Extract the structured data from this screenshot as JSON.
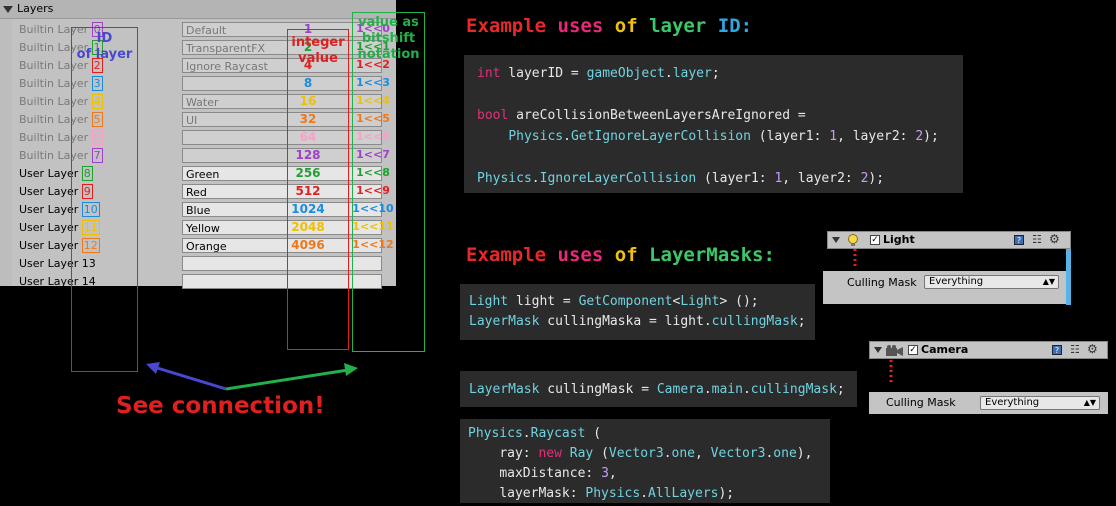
{
  "overlay": {
    "id_label": "ID\nof layer",
    "int_label": "integer\nvalue",
    "bit_label": "value as\nbitshift\nnotation",
    "connection_text": "See connection!",
    "colors": {
      "id_box": "#4848d0",
      "int_box": "#e02020",
      "bit_box": "#22b04a",
      "connection": "#e02020"
    }
  },
  "layers": {
    "header": "Layers",
    "rows": [
      {
        "label": "Builtin Layer",
        "id": "0",
        "value": "Default",
        "int": "1",
        "bit": "1<<0",
        "color": "#a040c8",
        "editable": false
      },
      {
        "label": "Builtin Layer",
        "id": "1",
        "value": "TransparentFX",
        "int": "2",
        "bit": "1<<1",
        "color": "#20a030",
        "editable": false
      },
      {
        "label": "Builtin Layer",
        "id": "2",
        "value": "Ignore Raycast",
        "int": "4",
        "bit": "1<<2",
        "color": "#e02020",
        "editable": false
      },
      {
        "label": "Builtin Layer",
        "id": "3",
        "value": "",
        "int": "8",
        "bit": "1<<3",
        "color": "#1a8ce0",
        "editable": false
      },
      {
        "label": "Builtin Layer",
        "id": "4",
        "value": "Water",
        "int": "16",
        "bit": "1<<4",
        "color": "#f0c000",
        "editable": false
      },
      {
        "label": "Builtin Layer",
        "id": "5",
        "value": "UI",
        "int": "32",
        "bit": "1<<5",
        "color": "#f07818",
        "editable": false
      },
      {
        "label": "Builtin Layer",
        "id": "6",
        "value": "",
        "int": "64",
        "bit": "1<<6",
        "color": "#f8a0c8",
        "editable": false
      },
      {
        "label": "Builtin Layer",
        "id": "7",
        "value": "",
        "int": "128",
        "bit": "1<<7",
        "color": "#a040c8",
        "editable": false
      },
      {
        "label": "User Layer",
        "id": "8",
        "value": "Green",
        "int": "256",
        "bit": "1<<8",
        "color": "#20a030",
        "editable": true
      },
      {
        "label": "User Layer",
        "id": "9",
        "value": "Red",
        "int": "512",
        "bit": "1<<9",
        "color": "#e02020",
        "editable": true
      },
      {
        "label": "User Layer",
        "id": "10",
        "value": "Blue",
        "int": "1024",
        "bit": "1<<10",
        "color": "#1a8ce0",
        "editable": true
      },
      {
        "label": "User Layer",
        "id": "11",
        "value": "Yellow",
        "int": "2048",
        "bit": "1<<11",
        "color": "#f0c000",
        "editable": true
      },
      {
        "label": "User Layer",
        "id": "12",
        "value": "Orange",
        "int": "4096",
        "bit": "1<<12",
        "color": "#f07818",
        "editable": true
      },
      {
        "label": "User Layer",
        "id": "13",
        "value": "",
        "int": "",
        "bit": "",
        "color": "#000000",
        "editable": true
      },
      {
        "label": "User Layer",
        "id": "14",
        "value": "",
        "int": "",
        "bit": "",
        "color": "#000000",
        "editable": true
      }
    ]
  },
  "section1": {
    "heading_words": [
      "Example",
      "uses",
      "of",
      "layer",
      "ID:"
    ],
    "heading_colors": [
      "#e82828",
      "#e82878",
      "#f0c010",
      "#3cc86a",
      "#2ea8e0"
    ],
    "code": {
      "l1": {
        "kw": "int",
        "rest": " layerID = ",
        "obj": "gameObject",
        "dot": ".",
        "mem": "layer",
        "end": ";"
      },
      "l2": {
        "kw": "bool",
        "rest": " areCollisionBetweenLayersAreIgnored ="
      },
      "l3": {
        "cls": "Physics",
        "dot": ".",
        "fn": "GetIgnoreLayerCollision",
        "args_a": " (layer1: ",
        "n1": "1",
        "args_b": ", layer2: ",
        "n2": "2",
        "end": ");"
      },
      "l4": {
        "cls": "Physics",
        "dot": ".",
        "fn": "IgnoreLayerCollision",
        "args_a": " (layer1: ",
        "n1": "1",
        "args_b": ", layer2: ",
        "n2": "2",
        "end": ");"
      }
    }
  },
  "section2": {
    "heading_words": [
      "Example",
      "uses",
      "of",
      "LayerMasks:"
    ],
    "heading_colors": [
      "#e82828",
      "#e82878",
      "#f0c010",
      "#3cc86a"
    ],
    "code_a": {
      "l1": {
        "ty": "Light",
        "rest": " light = ",
        "fn": "GetComponent",
        "lt": "<",
        "gen": "Light",
        "end": "> ();"
      },
      "l2": {
        "ty": "LayerMask",
        "rest": " cullingMaska = light.",
        "mem": "cullingMask",
        "end": ";"
      }
    },
    "code_b": {
      "l1": {
        "ty": "LayerMask",
        "rest": " cullingMask = ",
        "cls": "Camera",
        "dot": ".",
        "mem": "main",
        "dot2": ".",
        "mem2": "cullingMask",
        "end": ";"
      }
    },
    "code_c": {
      "l1": {
        "cls": "Physics",
        "dot": ".",
        "fn": "Raycast",
        "end": " ("
      },
      "l2": {
        "p": "ray: ",
        "kw": "new",
        "sp": " ",
        "ty": "Ray",
        "a": " (",
        "c1": "Vector3",
        "d1": ".",
        "m1": "one",
        "cm": ", ",
        "c2": "Vector3",
        "d2": ".",
        "m2": "one",
        "end": "),"
      },
      "l3": {
        "p": "maxDistance: ",
        "n": "3",
        "end": ","
      },
      "l4": {
        "p": "layerMask: ",
        "cls": "Physics",
        "dot": ".",
        "mem": "AllLayers",
        "end": ");"
      }
    }
  },
  "light_component": {
    "title": "Light",
    "label": "Culling Mask",
    "value": "Everything"
  },
  "camera_component": {
    "title": "Camera",
    "label": "Culling Mask",
    "value": "Everything"
  }
}
